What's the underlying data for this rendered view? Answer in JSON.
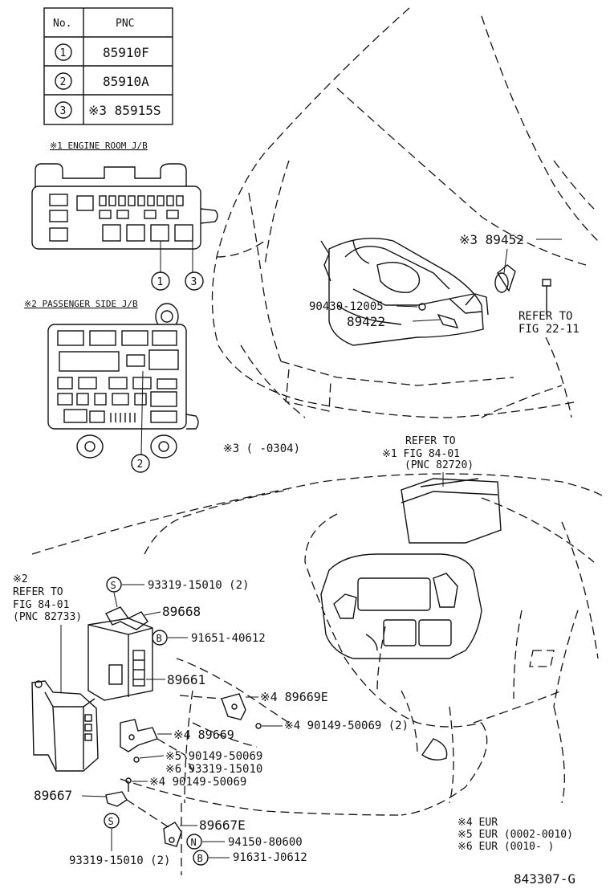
{
  "table": {
    "header_no": "No.",
    "header_pnc": "PNC",
    "rows": [
      {
        "no": "1",
        "pnc": "85910F"
      },
      {
        "no": "2",
        "pnc": "85910A"
      },
      {
        "no": "3",
        "pnc": "※3 85915S"
      }
    ]
  },
  "inset1": {
    "title": "※1 ENGINE ROOM J/B",
    "callouts": [
      "1",
      "3"
    ]
  },
  "inset2": {
    "title": "※2 PASSENGER SIDE J/B",
    "callouts": [
      "2"
    ]
  },
  "refs": {
    "fig22": [
      "REFER TO",
      "FIG 22-11"
    ],
    "fig84a": [
      "REFER TO",
      "※1 FIG 84-01",
      "(PNC 82720)"
    ],
    "fig84b": [
      "※2",
      "REFER TO",
      "FIG 84-01",
      "(PNC 82733)"
    ],
    "range": "※3 (       -0304)"
  },
  "labels": {
    "p89452": "※3 89452",
    "p90430": "90430-12005",
    "p89422": "89422",
    "p93319a": "93319-15010 (2)",
    "p89668": "89668",
    "p91651": "91651-40612",
    "p89661": "89661",
    "p89669E": "※4 89669E",
    "p90149a": "※4 90149-50069 (2)",
    "p89669": "※4 89669",
    "p90149b": "※5 90149-50069",
    "p93319b": "※6 93319-15010",
    "p90149c": "※4 90149-50069",
    "p89667": "89667",
    "p89667E": "89667E",
    "p94150": "94150-80600",
    "p91631": "91631-J0612",
    "p93319c": "93319-15010 (2)"
  },
  "markers": {
    "S": "S",
    "B": "B",
    "N": "N"
  },
  "notes": [
    "※4 EUR",
    "※5 EUR (0002-0010)",
    "※6 EUR (0010-       )"
  ],
  "figure_no": "843307-G"
}
